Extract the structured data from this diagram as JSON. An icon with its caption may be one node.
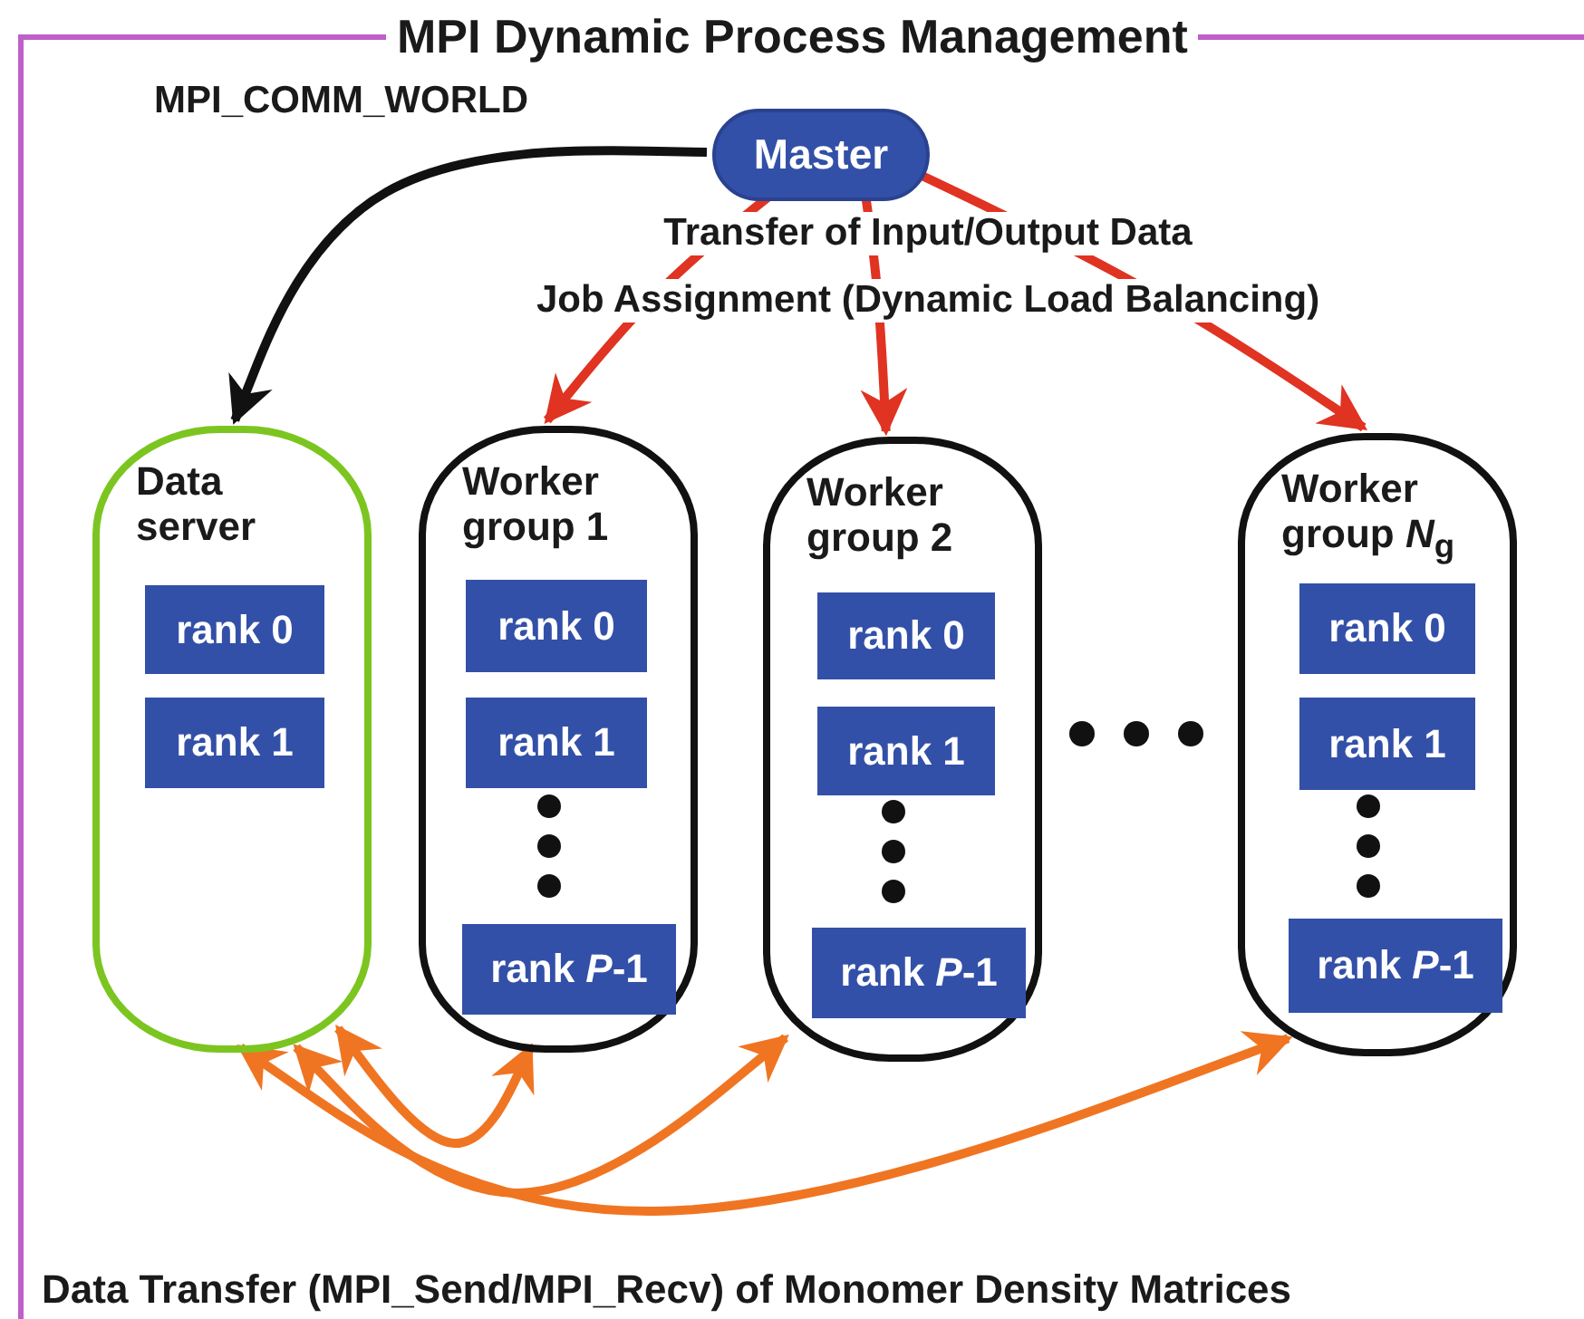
{
  "diagram": {
    "nodes": [
      {
        "text": [
          "MPI Dynamic Process Management"
        ]
      },
      {
        "text": [
          "Master"
        ],
        "in": 0
      },
      {
        "text": [
          "Data server"
        ],
        "in": 0
      },
      {
        "text": [
          "rank 0"
        ],
        "in": 2
      },
      {
        "text": [
          "rank 1"
        ],
        "in": 2
      },
      {
        "text": [
          "Worker group 1"
        ],
        "in": 0
      },
      {
        "text": [
          "rank 0"
        ],
        "in": 5
      },
      {
        "text": [
          "rank 1"
        ],
        "in": 5
      },
      {
        "text": [
          "rank *P*-1"
        ],
        "in": 5
      },
      {
        "text": [
          "Worker group 2"
        ],
        "in": 0
      },
      {
        "text": [
          "rank 0"
        ],
        "in": 9
      },
      {
        "text": [
          "rank 1"
        ],
        "in": 9
      },
      {
        "text": [
          "rank *P*-1"
        ],
        "in": 9
      },
      {
        "text": [
          "Worker group *N*$_{g}$"
        ],
        "in": 0
      },
      {
        "text": [
          "rank 0"
        ],
        "in": 13
      },
      {
        "text": [
          "rank 1"
        ],
        "in": 13
      },
      {
        "text": [
          "rank *P*-1"
        ],
        "in": 13
      }
    ],
    "edges": [
      {
        "from": 1,
        "to": 2,
        "arrow": "to",
        "color": "#111111"
      },
      {
        "from": 1,
        "to": 5,
        "arrow": "to",
        "color": "#e03322"
      },
      {
        "from": 1,
        "to": 9,
        "arrow": "to",
        "color": "#e03322"
      },
      {
        "from": 1,
        "to": 13,
        "arrow": "to",
        "color": "#e03322"
      },
      {
        "from": 2,
        "to": 5,
        "arrow": "both",
        "color": "#f07522"
      },
      {
        "from": 2,
        "to": 9,
        "arrow": "both",
        "color": "#f07522"
      },
      {
        "from": 2,
        "to": 13,
        "arrow": "both",
        "color": "#f07522"
      }
    ],
    "labels": [
      "MPI_COMM_WORLD",
      "Transfer of Input/Output Data",
      "Job Assignment (Dynamic Load Balancing)",
      "Data Transfer (MPI_Send/MPI_Recv) of Monomer Density Matrices"
    ]
  }
}
